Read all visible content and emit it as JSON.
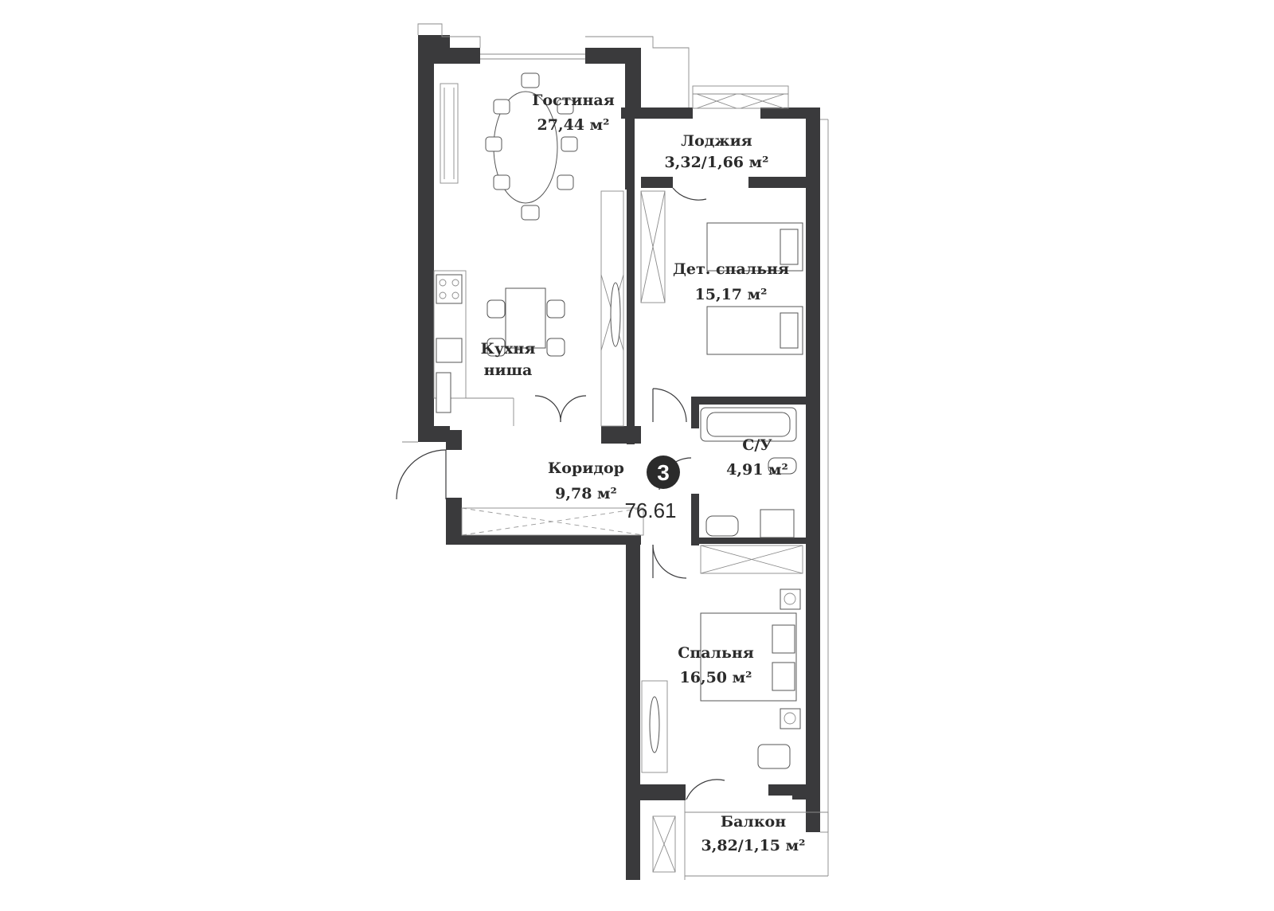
{
  "plan": {
    "apartment_number": "3",
    "total_area": "76.61",
    "rooms": [
      {
        "name": "Гостиная",
        "area": "27,44 м²"
      },
      {
        "name": "Лоджия",
        "area": "3,32/1,66 м²"
      },
      {
        "name": "Дет. спальня",
        "area": "15,17 м²"
      },
      {
        "name": "Кухня",
        "area": "ниша"
      },
      {
        "name": "Коридор",
        "area": "9,78 м²"
      },
      {
        "name": "С/У",
        "area": "4,91 м²"
      },
      {
        "name": "Спальня",
        "area": "16,50 м²"
      },
      {
        "name": "Балкон",
        "area": "3,82/1,15 м²"
      }
    ],
    "colors": {
      "wall": "#3a3a3c",
      "background": "#ffffff"
    }
  }
}
